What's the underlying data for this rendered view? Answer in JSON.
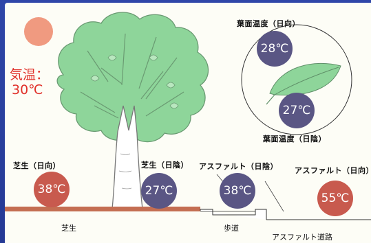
{
  "air": {
    "label": "気温：",
    "value": "30℃"
  },
  "leaf": {
    "sun": {
      "label": "葉面温度（日向）",
      "value": "28℃"
    },
    "shade": {
      "label": "葉面温度（日陰）",
      "value": "27℃"
    }
  },
  "readings": [
    {
      "label": "芝生（日向）",
      "value": "38℃"
    },
    {
      "label": "芝生（日陰）",
      "value": "27℃"
    },
    {
      "label": "アスファルト（日陰）",
      "value": "38℃"
    },
    {
      "label": "アスファルト（日向）",
      "value": "55℃"
    }
  ],
  "ground": {
    "lawn": "芝生",
    "sidewalk": "歩道",
    "road": "アスファルト道路"
  },
  "colors": {
    "hot": "#c85a4e",
    "cool": "#5a5684",
    "tree": "#8ed59a",
    "air_text": "#e0312a",
    "sun": "#f09a80",
    "grass": "#c46e52",
    "background": "#2a3f9a"
  }
}
